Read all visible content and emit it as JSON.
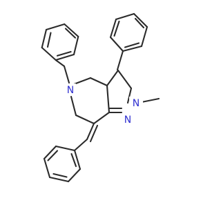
{
  "diagram": {
    "type": "chemical-structure",
    "colors": {
      "bond": "#2b2b2b",
      "nitrogen": "#2f2fd0",
      "background": "#ffffff"
    },
    "atoms": {
      "n5": "N",
      "n2": "N",
      "n1": "N",
      "methyl": "CH3"
    }
  }
}
